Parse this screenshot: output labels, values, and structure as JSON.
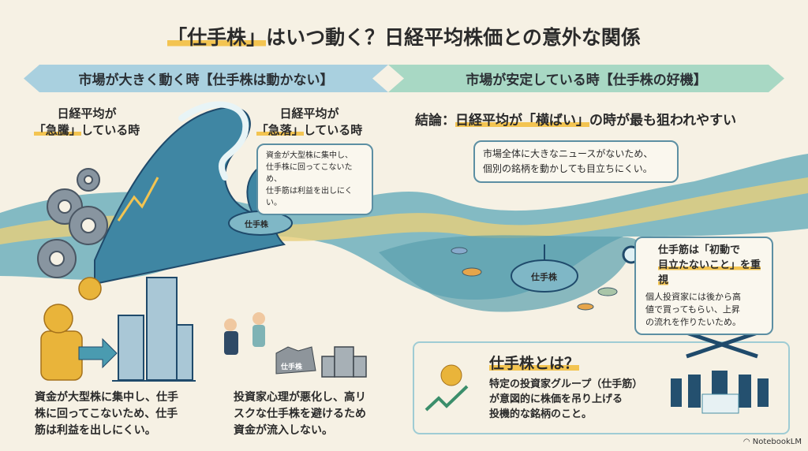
{
  "title": {
    "pre": "「仕手株」",
    "post": "はいつ動く？日経平均株価との意外な関係"
  },
  "banners": {
    "left": "市場が大きく動く時【仕手株は動かない】",
    "right": "市場が安定している時【仕手株の好機】"
  },
  "surge": {
    "line1": "日経平均が",
    "mark": "「急騰」",
    "rest": "している時"
  },
  "crash": {
    "line1": "日経平均が",
    "mark": "「急落」",
    "rest": "している時"
  },
  "crash_bubble": [
    "資金が大型株に集中し、",
    "仕手株に回ってこないため、",
    "仕手筋は利益を出しにくい。"
  ],
  "conclusion": {
    "pre": "結論：",
    "mark": "日経平均が「横ばい」",
    "post": "の時が最も狙われやすい"
  },
  "calm_bubble": [
    "市場全体に大きなニュースがないため、",
    "個別の銘柄を動かしても目立ちにくい。"
  ],
  "submarine_label": "仕手株",
  "stealth": {
    "line1": "仕手筋は「初動で",
    "mark": "目立たないこと」を重視",
    "body": [
      "個人投資家には後から高",
      "値で買ってもらい、上昇",
      "の流れを作りたいため。"
    ]
  },
  "left_caption": [
    "資金が大型株に集中し、仕手",
    "株に回ってこないため、仕手",
    "筋は利益を出しにくい。"
  ],
  "mid_caption": [
    "投資家心理が悪化し、高リ",
    "スクな仕手株を避けるため",
    "資金が流入しない。"
  ],
  "rock_label": "仕手株",
  "definition": {
    "title": "仕手株とは？",
    "body": [
      "特定の投資家グループ（仕手筋）",
      "が意図的に株価を吊り上げる",
      "投機的な銘柄のこと。"
    ]
  },
  "brand": "NotebookLM",
  "colors": {
    "accent": "#f3c451",
    "wave": "#3f86a3",
    "navy": "#1f4a6b"
  }
}
